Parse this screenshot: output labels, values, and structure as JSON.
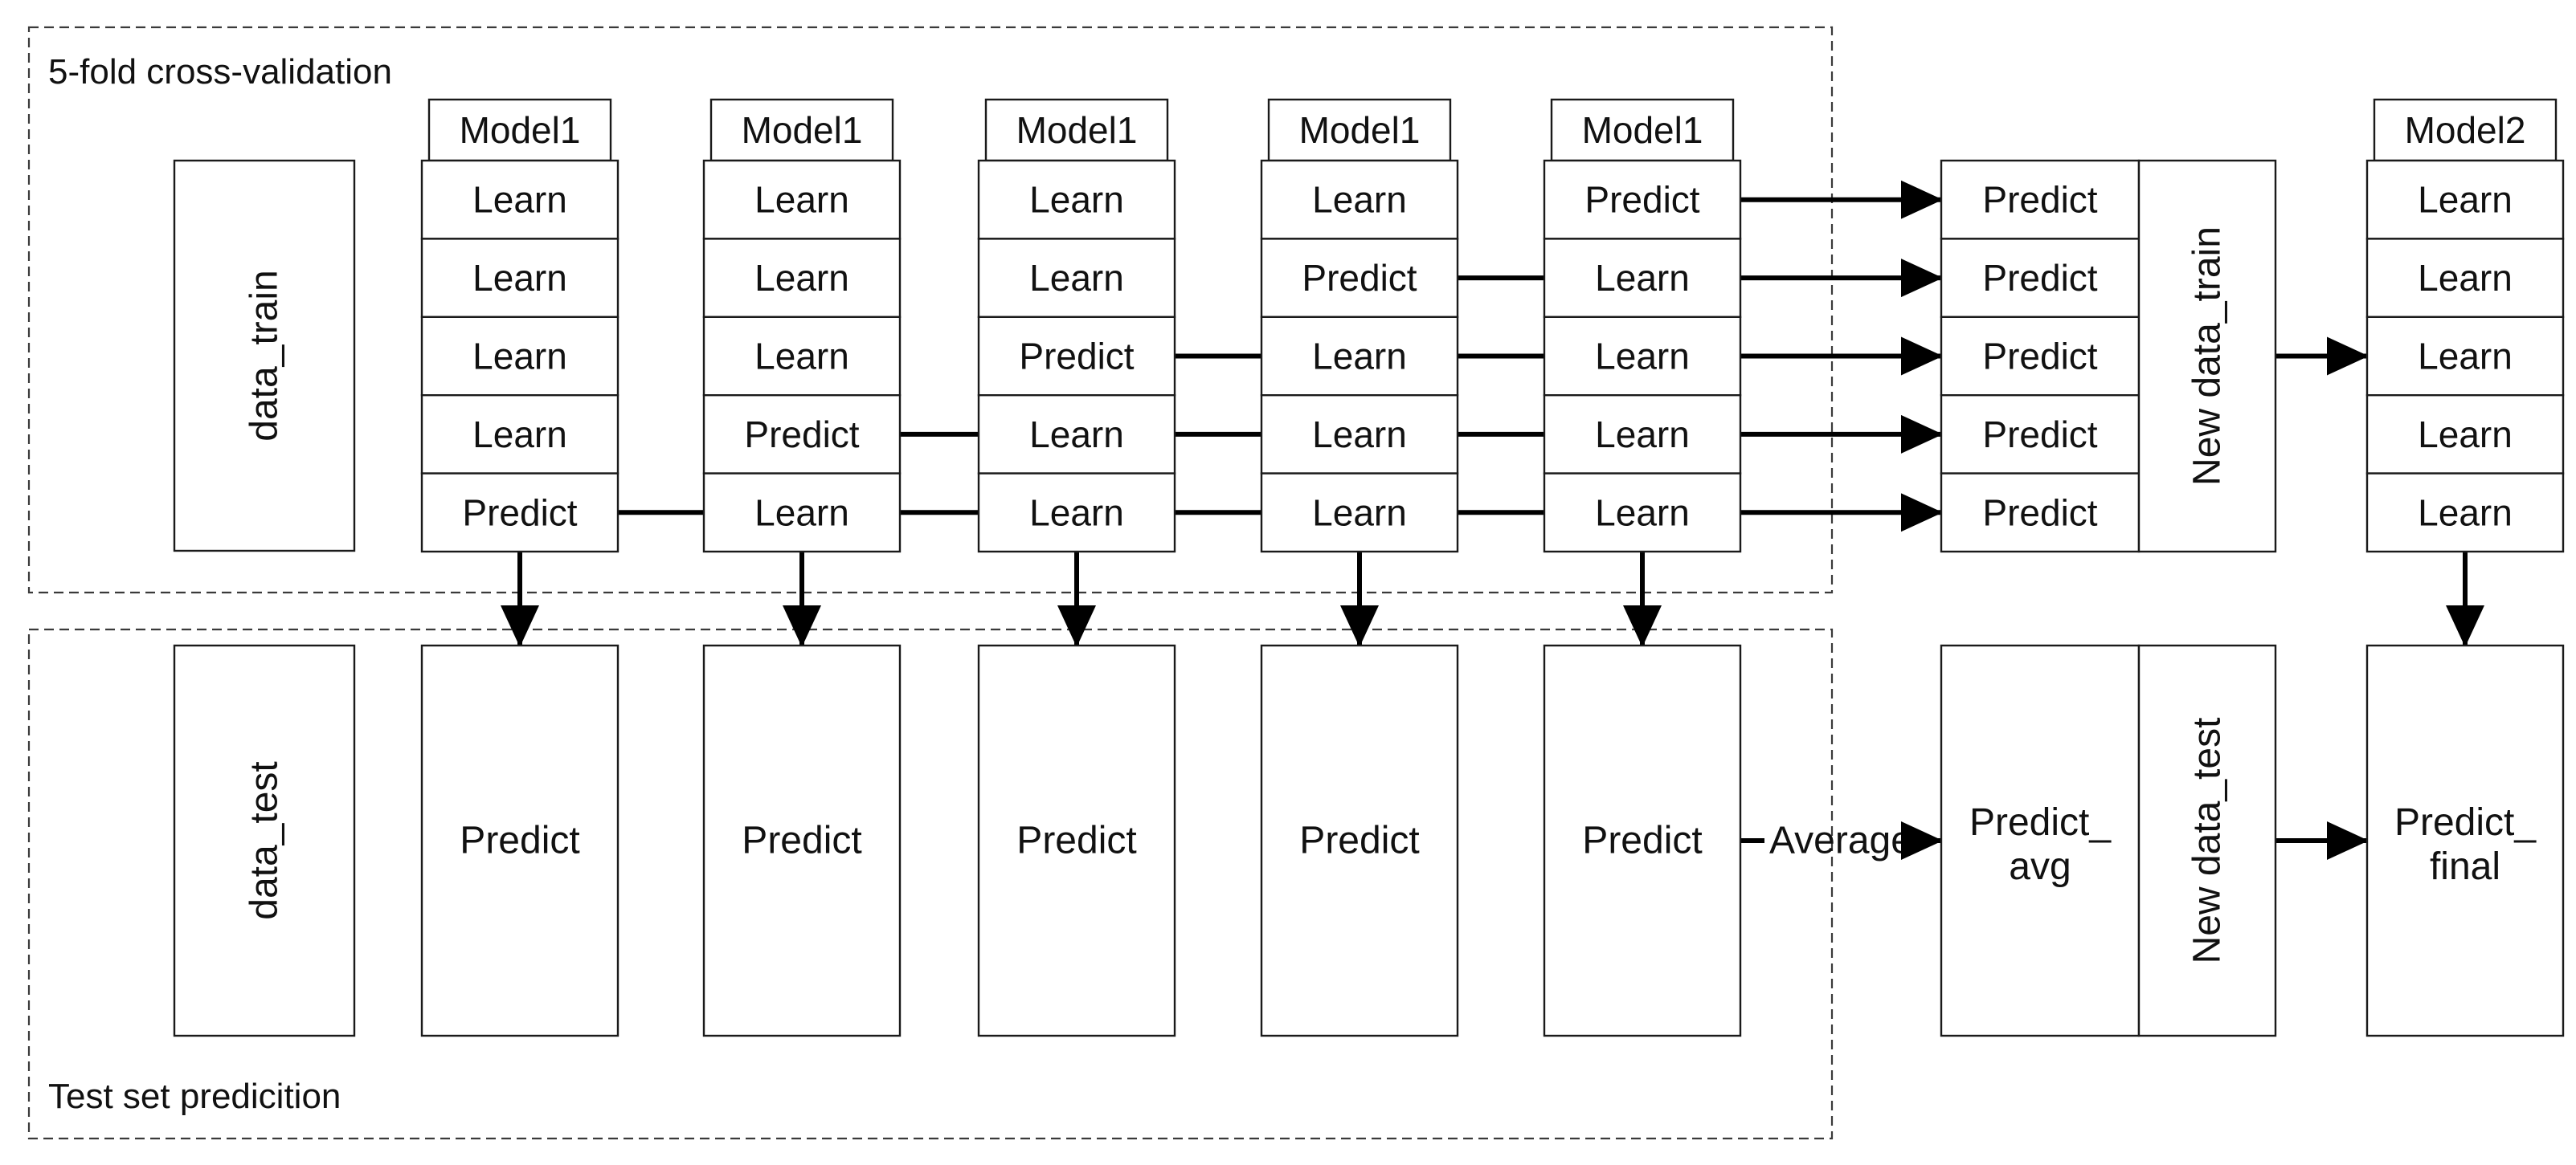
{
  "regions": {
    "cv_title": "5-fold cross-validation",
    "test_title": "Test set predicition"
  },
  "data_train_label": "data_train",
  "data_test_label": "data_test",
  "folds": [
    {
      "model": "Model1",
      "cells": [
        "Learn",
        "Learn",
        "Learn",
        "Learn",
        "Predict"
      ],
      "test_label": "Predict"
    },
    {
      "model": "Model1",
      "cells": [
        "Learn",
        "Learn",
        "Learn",
        "Predict",
        "Learn"
      ],
      "test_label": "Predict"
    },
    {
      "model": "Model1",
      "cells": [
        "Learn",
        "Learn",
        "Predict",
        "Learn",
        "Learn"
      ],
      "test_label": "Predict"
    },
    {
      "model": "Model1",
      "cells": [
        "Learn",
        "Predict",
        "Learn",
        "Learn",
        "Learn"
      ],
      "test_label": "Predict"
    },
    {
      "model": "Model1",
      "cells": [
        "Predict",
        "Learn",
        "Learn",
        "Learn",
        "Learn"
      ],
      "test_label": "Predict"
    }
  ],
  "stacked_train": {
    "cells": [
      "Predict",
      "Predict",
      "Predict",
      "Predict",
      "Predict"
    ],
    "side_label": "New data_train"
  },
  "stacked_test": {
    "average_label": "Average",
    "predict_line1": "Predict_",
    "predict_line2": "avg",
    "side_label": "New data_test"
  },
  "model2": {
    "model": "Model2",
    "cells": [
      "Learn",
      "Learn",
      "Learn",
      "Learn",
      "Learn"
    ],
    "final_line1": "Predict_",
    "final_line2": "final"
  }
}
